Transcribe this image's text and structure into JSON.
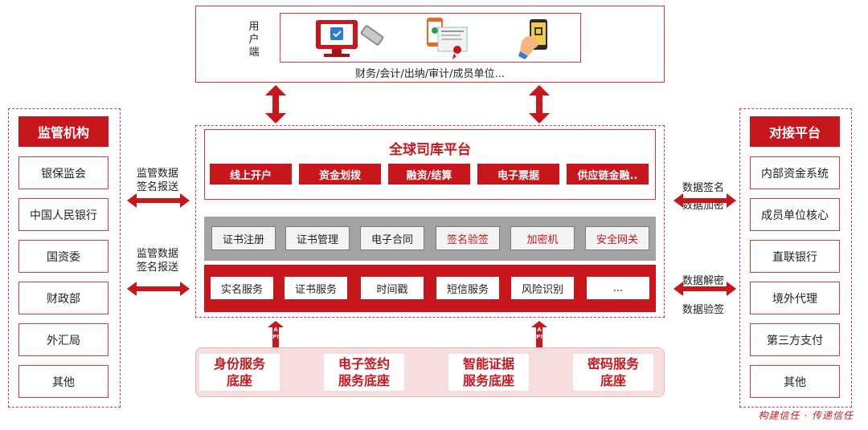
{
  "user": {
    "label": "用\n户\n端",
    "caption": "财务/会计/出纳/审计/成员单位...",
    "icons": [
      "monitor-usbkey-icon",
      "phone-certificate-icon",
      "hand-phone-icon"
    ]
  },
  "left": {
    "title": "监管机构",
    "items": [
      "银保监会",
      "中国人民银行",
      "国资委",
      "财政部",
      "外汇局",
      "其他"
    ]
  },
  "right": {
    "title": "对接平台",
    "items": [
      "内部资金系统",
      "成员单位核心",
      "直联银行",
      "境外代理",
      "第三方支付",
      "其他"
    ]
  },
  "platform": {
    "title": "全球司库平台",
    "services": [
      "线上开户",
      "资金划拨",
      "融资/结算",
      "电子票据",
      "供应链金融.."
    ],
    "cert_row": [
      {
        "label": "证书注册",
        "highlight": false
      },
      {
        "label": "证书管理",
        "highlight": false
      },
      {
        "label": "电子合同",
        "highlight": false
      },
      {
        "label": "签名验签",
        "highlight": true
      },
      {
        "label": "加密机",
        "highlight": true
      },
      {
        "label": "安全网关",
        "highlight": true
      }
    ],
    "svc_row": [
      "实名服务",
      "证书服务",
      "时间戳",
      "短信服务",
      "风险识别",
      "..."
    ]
  },
  "left_labels": {
    "upper": "监管数据\n签名报送",
    "lower": "监管数据\n签名报送"
  },
  "right_labels": {
    "upper": "数据签名\n数据加密",
    "lower": "数据解密\n数据验签"
  },
  "api_label": "API",
  "bases": [
    "身份服务\n底座",
    "电子签约\n服务底座",
    "智能证据\n服务底座",
    "密码服务\n底座"
  ],
  "footer": "构建信任 · 传递信任",
  "colors": {
    "accent": "#c8161d",
    "grey_band": "#a3a3a3",
    "base_band": "#f6dede"
  }
}
